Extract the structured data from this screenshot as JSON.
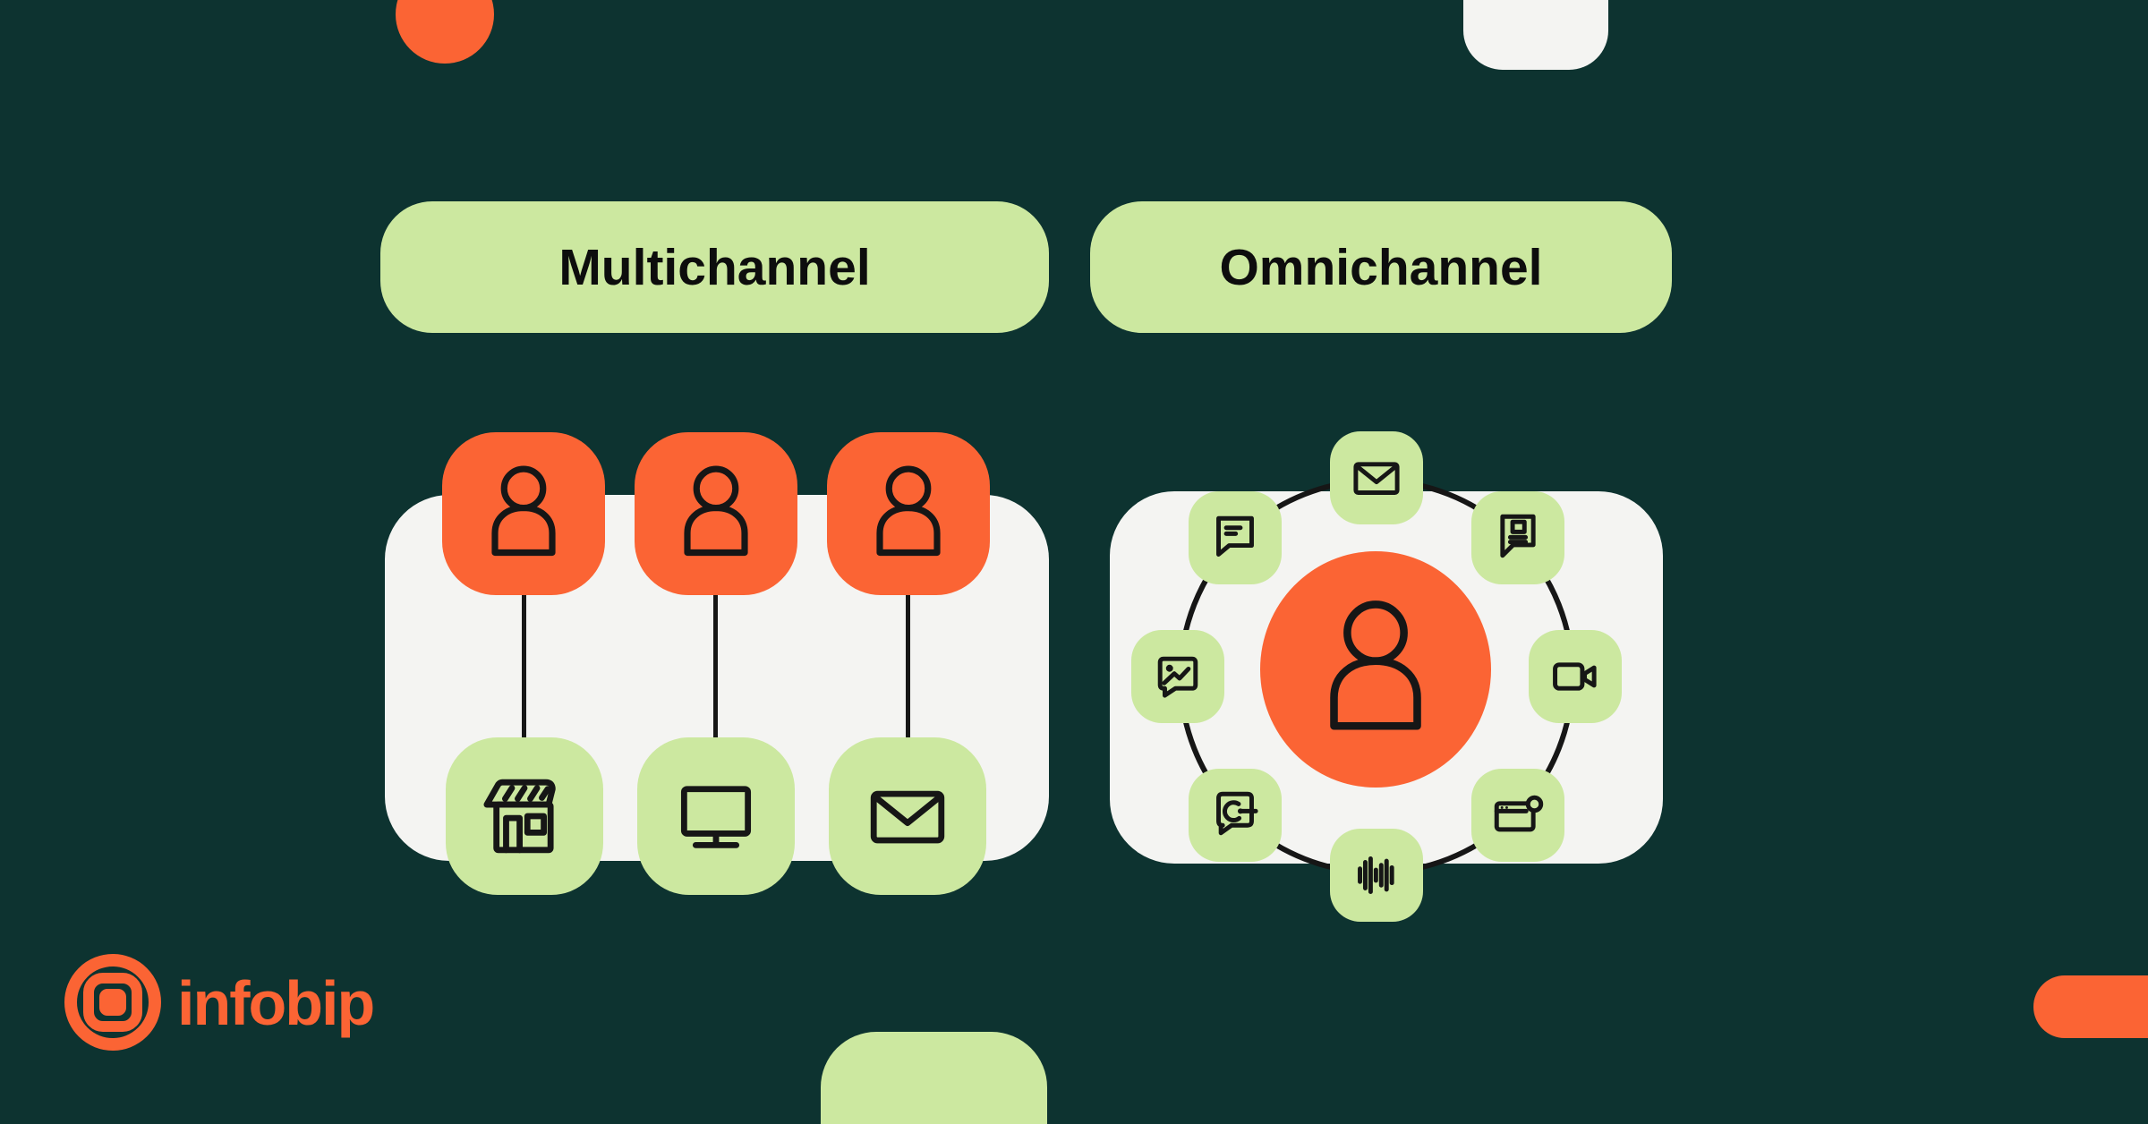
{
  "brand": {
    "name": "infobip"
  },
  "multichannel": {
    "label": "Multichannel",
    "users": [
      "person",
      "person",
      "person"
    ],
    "channels": [
      "store",
      "desktop",
      "email"
    ]
  },
  "omnichannel": {
    "label": "Omnichannel",
    "center": "person",
    "channels": [
      "email",
      "sms-chat",
      "rcs-chat",
      "mms-image",
      "video",
      "chat-sync",
      "web-push",
      "voice"
    ]
  },
  "colors": {
    "background": "#0d3330",
    "orange": "#fb6434",
    "green": "#cce8a0",
    "panel": "#f4f4f2",
    "stroke": "#161616"
  }
}
